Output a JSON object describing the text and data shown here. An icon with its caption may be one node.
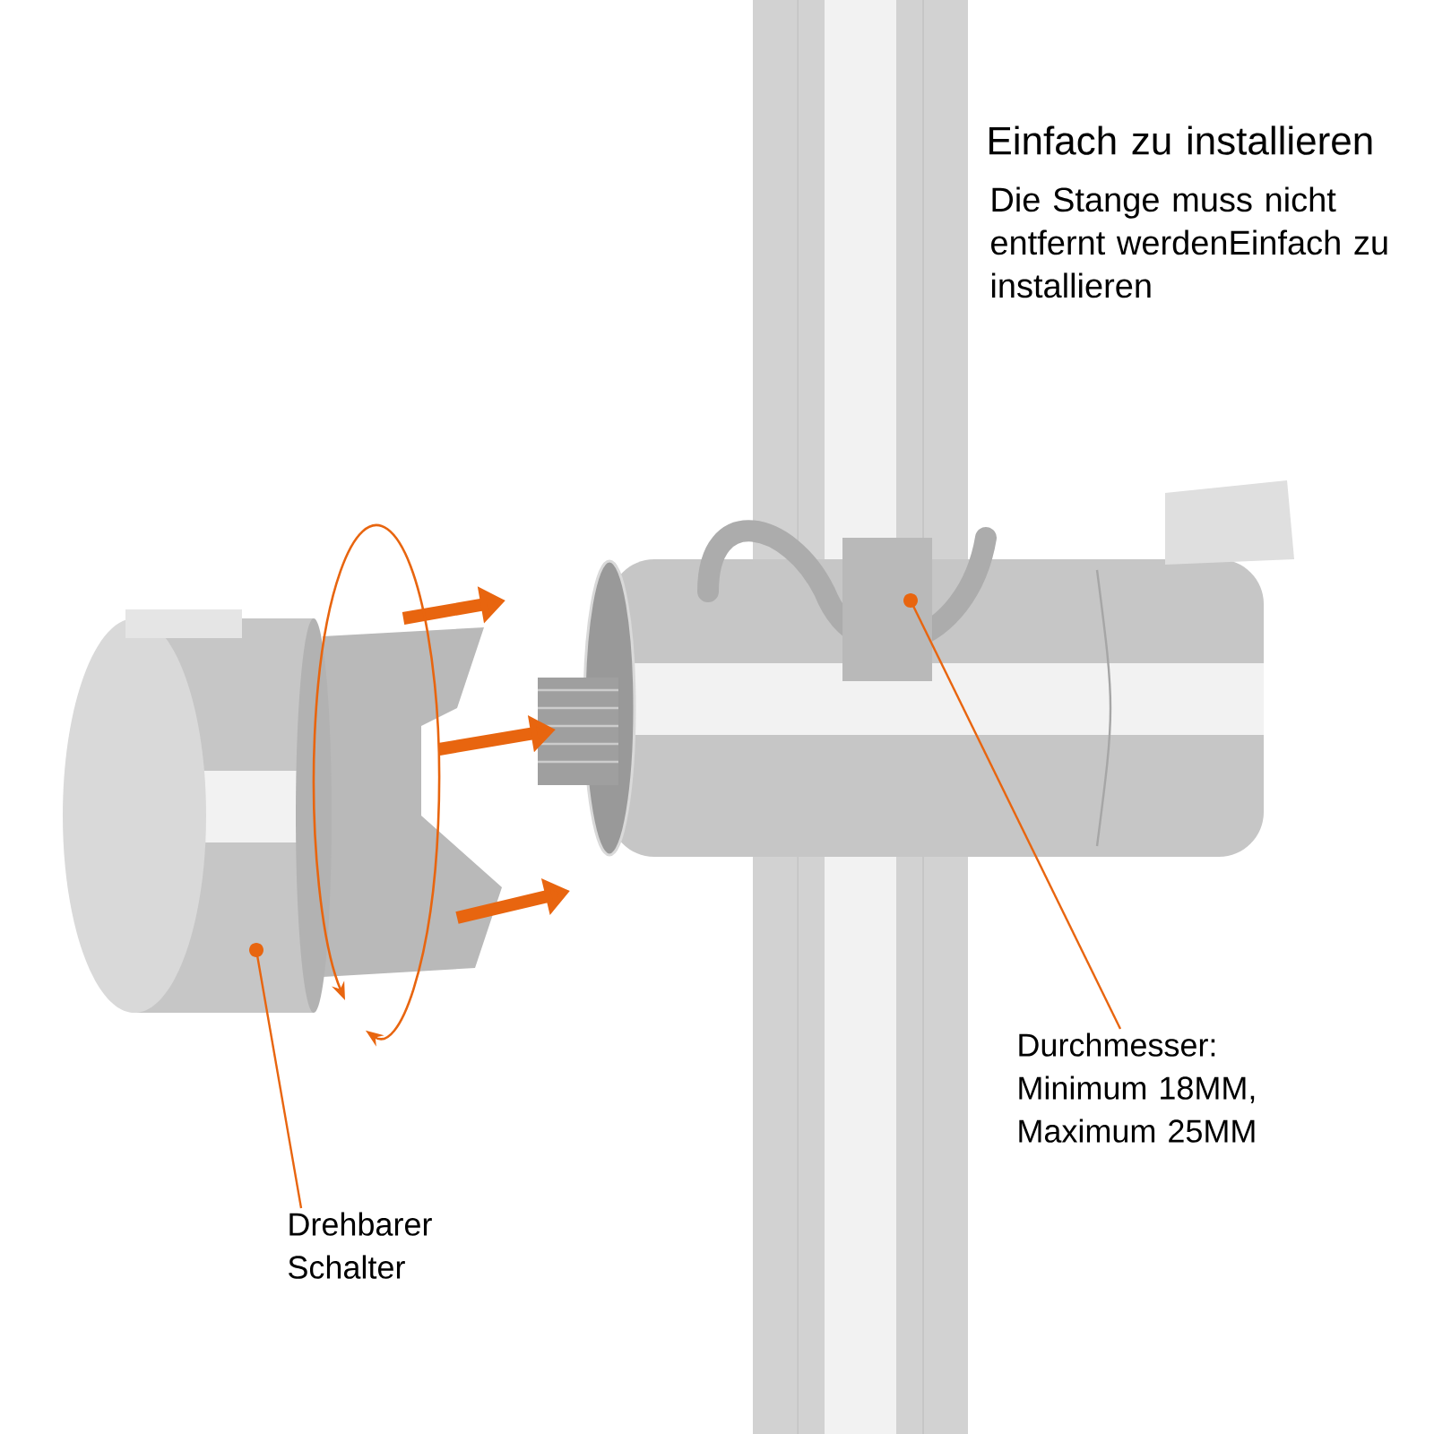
{
  "diagram": {
    "nodes": [
      {
        "text": [
          "Drehbarer Schalter"
        ]
      },
      {
        "text": [
          "Durchmesser: Minimum 18MM, Maximum 25MM"
        ]
      }
    ],
    "edges": [
      {
        "from": 0,
        "to": null,
        "arrow": "other"
      },
      {
        "from": 1,
        "to": null,
        "arrow": "other"
      }
    ],
    "labels": [
      "Einfach zu installieren",
      "Die Stange muss nicht entfernt werdenEinfach zu installieren"
    ]
  }
}
